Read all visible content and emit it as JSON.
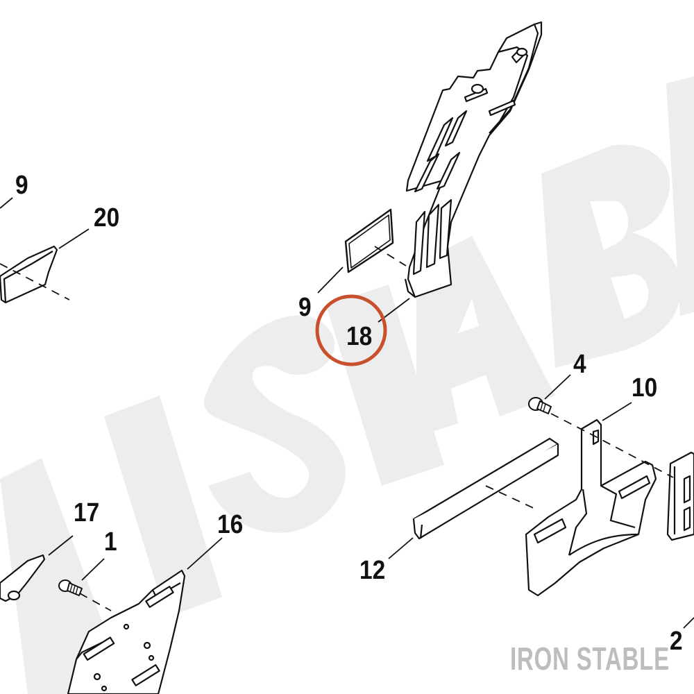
{
  "watermark": {
    "brand": "IRON STABLE",
    "color": "#bdbdbd",
    "background_text_color": "#ededed"
  },
  "highlight": {
    "target_callout": "18",
    "color": "#c8502d"
  },
  "callouts": {
    "c9_left": "9",
    "c20": "20",
    "c9_center": "9",
    "c18": "18",
    "c4": "4",
    "c10": "10",
    "c17": "17",
    "c1": "1",
    "c16": "16",
    "c12": "12",
    "c2": "2"
  },
  "parts": [
    {
      "id": "18",
      "icon": "bracket-plate"
    },
    {
      "id": "9",
      "icon": "pad"
    },
    {
      "id": "20",
      "icon": "cover"
    },
    {
      "id": "10",
      "icon": "mount-bracket"
    },
    {
      "id": "12",
      "icon": "bar"
    },
    {
      "id": "4",
      "icon": "screw"
    },
    {
      "id": "1",
      "icon": "screw"
    },
    {
      "id": "16",
      "icon": "mount-plate"
    },
    {
      "id": "17",
      "icon": "cover"
    },
    {
      "id": "2",
      "icon": "bracket"
    }
  ]
}
